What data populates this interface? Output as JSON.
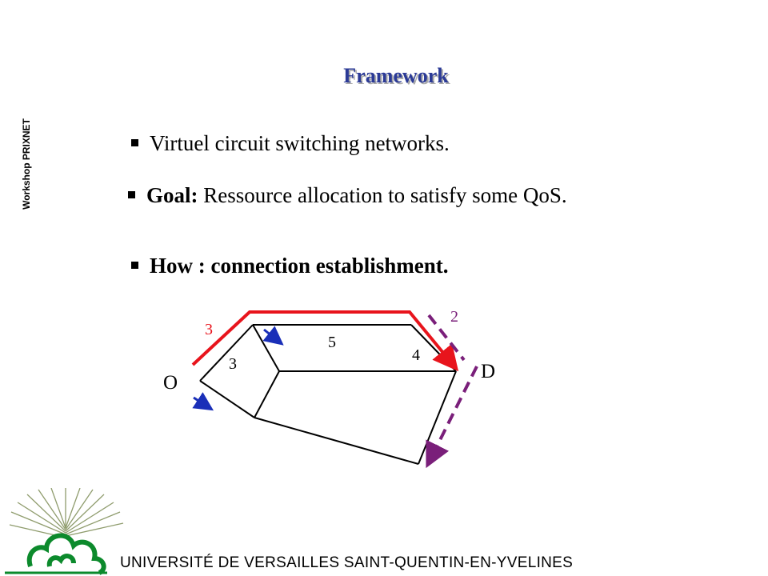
{
  "side_label": "Workshop PRIXNET",
  "title": "Framework",
  "bullets": {
    "b1": "Virtuel circuit switching networks.",
    "b2_bold": "Goal:",
    "b2_rest": " Ressource allocation to satisfy some QoS.",
    "b3": "How  : connection establishment."
  },
  "diagram": {
    "origin_label": "O",
    "dest_label": "D",
    "red_path_cost": "3",
    "purple_path_cost": "2",
    "edge_costs": [
      "5",
      "4",
      "3"
    ],
    "colors": {
      "red": "#e8141c",
      "blue": "#1a2fb8",
      "purple": "#7a1f7a"
    }
  },
  "footer": {
    "university": "UNIVERSITÉ DE VERSAILLES SAINT-QUENTIN-EN-YVELINES",
    "logo_color": "#0c8a2c"
  }
}
